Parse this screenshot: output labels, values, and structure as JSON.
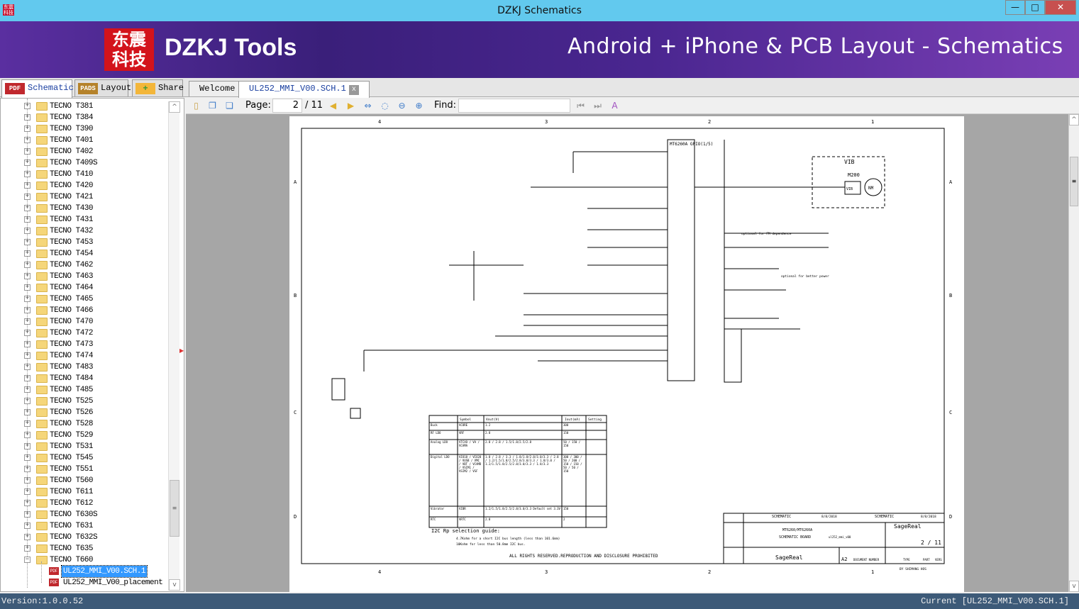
{
  "window": {
    "title": "DZKJ Schematics",
    "logo_text": "东震科技",
    "minimize": "—",
    "maximize": "□",
    "close": "✕"
  },
  "banner": {
    "brand": "DZKJ Tools",
    "tagline": "Android + iPhone & PCB Layout - Schematics"
  },
  "left_tabs": [
    {
      "label": "Schematic",
      "icon": "PDF"
    },
    {
      "label": "Layout",
      "icon": "PADS"
    },
    {
      "label": "Share",
      "icon": "cloud"
    }
  ],
  "doc_tabs": [
    {
      "label": "Welcome"
    },
    {
      "label": "UL252_MMI_V00.SCH.1",
      "close": "x"
    }
  ],
  "tree": {
    "folders": [
      "TECNO T381",
      "TECNO T384",
      "TECNO T390",
      "TECNO T401",
      "TECNO T402",
      "TECNO T409S",
      "TECNO T410",
      "TECNO T420",
      "TECNO T421",
      "TECNO T430",
      "TECNO T431",
      "TECNO T432",
      "TECNO T453",
      "TECNO T454",
      "TECNO T462",
      "TECNO T463",
      "TECNO T464",
      "TECNO T465",
      "TECNO T466",
      "TECNO T470",
      "TECNO T472",
      "TECNO T473",
      "TECNO T474",
      "TECNO T483",
      "TECNO T484",
      "TECNO T485",
      "TECNO T525",
      "TECNO T526",
      "TECNO T528",
      "TECNO T529",
      "TECNO T531",
      "TECNO T545",
      "TECNO T551",
      "TECNO T560",
      "TECNO T611",
      "TECNO T612",
      "TECNO T630S",
      "TECNO T631",
      "TECNO T632S",
      "TECNO T635",
      "TECNO T660"
    ],
    "expanded_children": [
      "UL252_MMI_V00.SCH.1",
      "UL252_MMI_V00_placement"
    ],
    "selected": "UL252_MMI_V00.SCH.1"
  },
  "viewer": {
    "page_label": "Page:",
    "page": "2",
    "total": "/ 11",
    "find_label": "Find:",
    "find_value": ""
  },
  "schematic": {
    "cols": [
      "4",
      "3",
      "2",
      "1"
    ],
    "rows": [
      "A",
      "B",
      "C",
      "D"
    ],
    "ic_title": "MT6260A GPIO(1/5)",
    "vib_label": "VIB",
    "motor_ref": "M200",
    "motor_pins": [
      "VIB",
      "NM"
    ],
    "note_fm": "optional for FM dependence",
    "note_power": "optional for better power",
    "table_headers": [
      "Symbol",
      "Vout(V)",
      "Iout(mA)",
      "Setting"
    ],
    "table_rows": [
      [
        "Buck",
        "VCORE",
        "1.2",
        "300"
      ],
      [
        "RF LDO",
        "VRF",
        "2.8",
        "150"
      ],
      [
        "Analog LDO",
        "VTCXO / VA / VCAMA",
        "2.8 / 2.8 / 1.5/1.8/2.5/2.8",
        "50 / 150 / 150"
      ],
      [
        "Digital LDO",
        "VIO18 / VIO28 / VUSB / VMC / VBT / VCAMD / VSIM1 / VSIM2 / VSF",
        "1.8 / 2.8 / 3.3 / 1.8/1.8/2.8/3.0/3.3 / 2.8 / 1.2/1.5/1.8/2.5/2.8/3.0/3.3 / 1.8/3.0 / 1.2/1.5/1.8/2.5/2.8/3.0/3.3 / 1.8/3.3",
        "300 / 300 / 50 / 200 / 150 / 150 / 50 / 50 / 150"
      ],
      [
        "Vibrator",
        "VIBR",
        "1.2/1.5/1.8/2.5/2.8/3.0/3.3 Default set 3.3V",
        "150"
      ],
      [
        "RTC",
        "VRTC",
        "2.8",
        "2"
      ]
    ],
    "i2c_title": "I2C Rp selection guide:",
    "i2c_lines": [
      "4.7Kohm for a short I2C bus length (less than 101.6mm)",
      "10Kohm for less than 50.8mm I2C bus."
    ],
    "rights": "ALL RIGHTS RESERVED.REPRODUCTION AND DISCLOSURE PROHIBITED",
    "title_block": {
      "name": "SCHEMATIC",
      "date": "8/8/2018",
      "title": "MT6260/MT6260A",
      "product": "SCHEMATIC BOARD",
      "product_code": "ul252_mmi_v00",
      "page_sheet": "2 / 11",
      "format": "A2",
      "doc_number": "DOCUMENT NUMBER",
      "type": "TYPE",
      "part": "PART",
      "vers": "VERS",
      "company": "SageReal",
      "footer": "BY SHIMANG HOS"
    }
  },
  "status": {
    "version": "Version:1.0.0.52",
    "current": "Current [UL252_MMI_V00.SCH.1]"
  }
}
